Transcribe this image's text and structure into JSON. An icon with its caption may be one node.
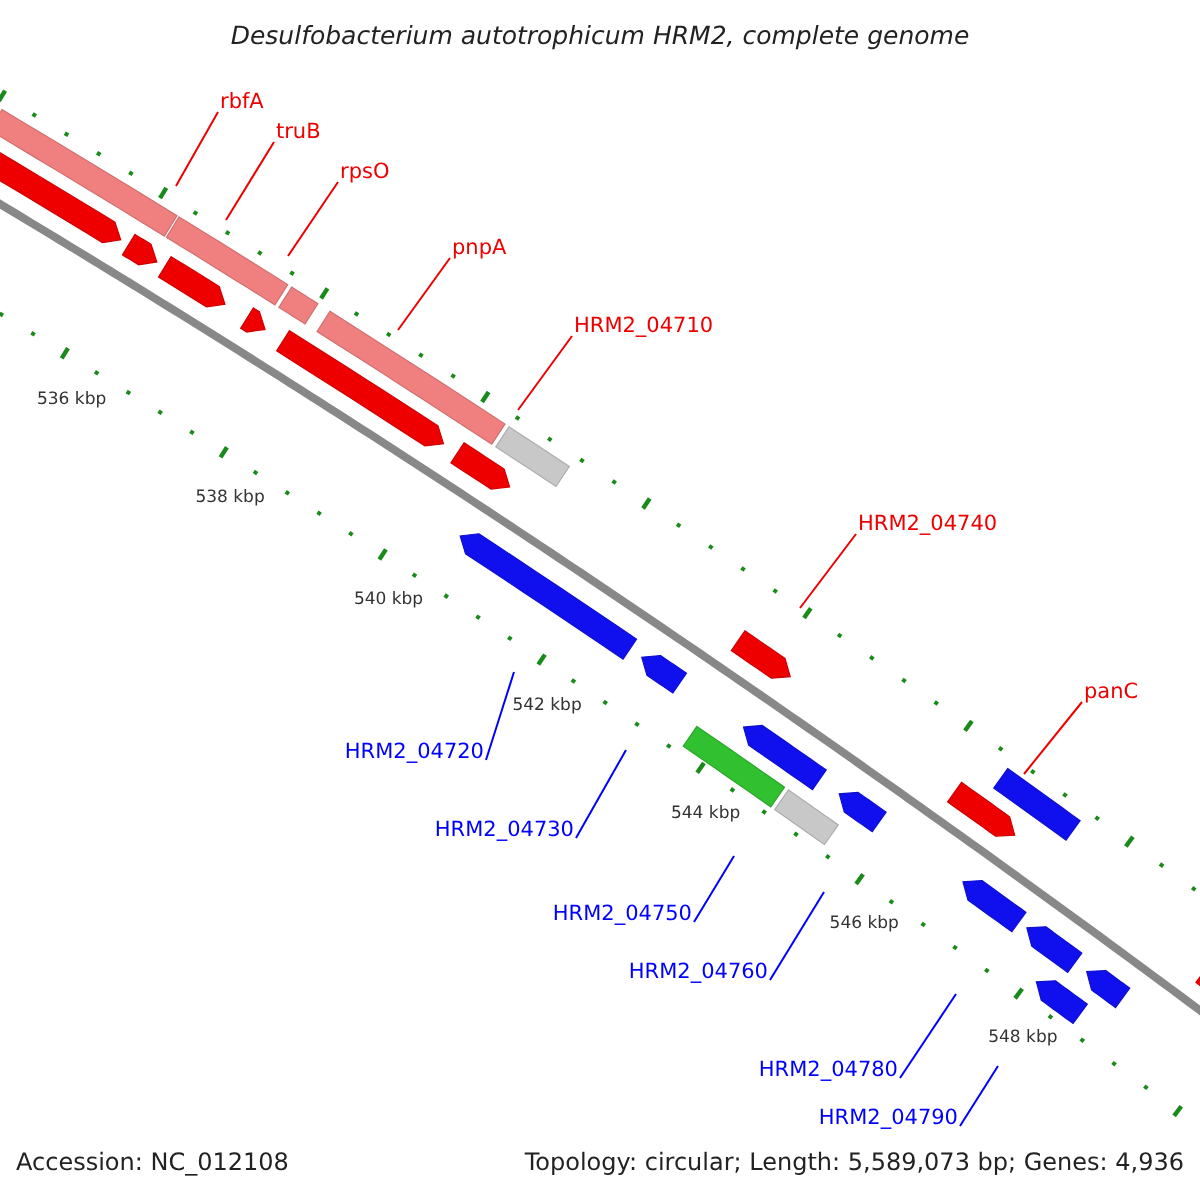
{
  "diagram": {
    "title": "Desulfobacterium autotrophicum HRM2, complete genome",
    "nodes": [
      {
        "text": [
          "rbfA"
        ]
      },
      {
        "text": [
          "truB"
        ]
      },
      {
        "text": [
          "rpsO"
        ]
      },
      {
        "text": [
          "pnpA"
        ]
      },
      {
        "text": [
          "HRM2_04710"
        ]
      },
      {
        "text": [
          "HRM2_04740"
        ]
      },
      {
        "text": [
          "panC"
        ]
      },
      {
        "text": [
          "HRM2_04720"
        ]
      },
      {
        "text": [
          "HRM2_04730"
        ]
      },
      {
        "text": [
          "HRM2_04750"
        ]
      },
      {
        "text": [
          "HRM2_04760"
        ]
      },
      {
        "text": [
          "HRM2_04780"
        ]
      },
      {
        "text": [
          "HRM2_04790"
        ]
      }
    ],
    "edges": [
      {
        "from": 0,
        "to": null,
        "arrow": "none"
      },
      {
        "from": 1,
        "to": null,
        "arrow": "none"
      },
      {
        "from": 2,
        "to": null,
        "arrow": "none"
      },
      {
        "from": 3,
        "to": null,
        "arrow": "none"
      },
      {
        "from": 4,
        "to": null,
        "arrow": "none"
      },
      {
        "from": 5,
        "to": null,
        "arrow": "none"
      },
      {
        "from": 6,
        "to": null,
        "arrow": "none"
      },
      {
        "from": 7,
        "to": null,
        "arrow": "none",
        "color": "#0000ff"
      },
      {
        "from": 8,
        "to": null,
        "arrow": "none",
        "color": "#0000ff"
      },
      {
        "from": 9,
        "to": null,
        "arrow": "none",
        "color": "#0000ff"
      },
      {
        "from": 10,
        "to": null,
        "arrow": "none",
        "color": "#0000ff"
      },
      {
        "from": 11,
        "to": null,
        "arrow": "none",
        "color": "#0000ff"
      },
      {
        "from": 12,
        "to": null,
        "arrow": "none",
        "color": "#0000ff"
      }
    ],
    "labels": [
      "536 kbp",
      "538 kbp",
      "540 kbp",
      "542 kbp",
      "544 kbp",
      "546 kbp",
      "548 kbp",
      "Accession: NC_012108",
      "Topology: circular; Length: 5,589,073 bp; Genes: 4,936"
    ]
  }
}
